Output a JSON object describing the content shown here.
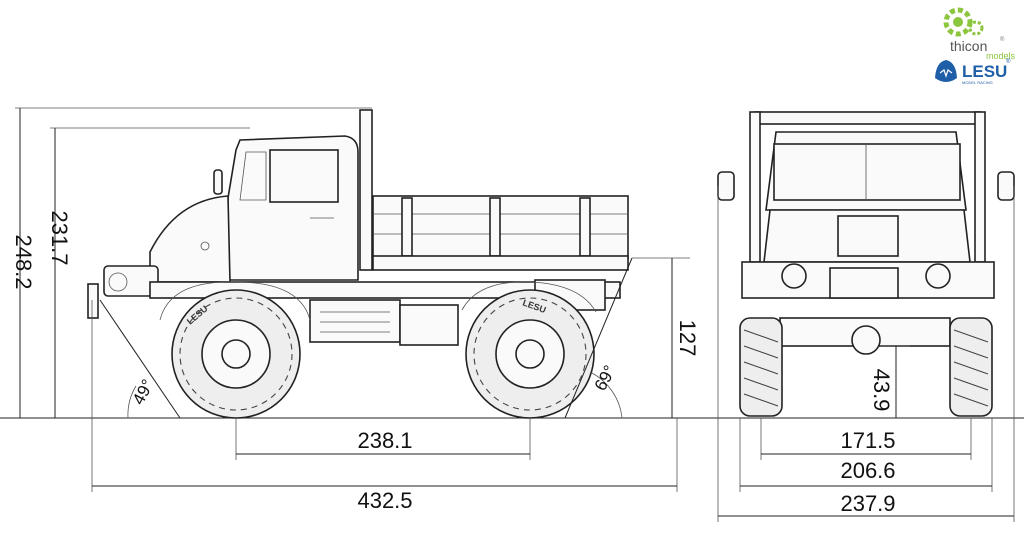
{
  "brands": {
    "thicon": "thicon",
    "thicon_sub": "models",
    "lesu": "LESU",
    "lesu_sub": "MODEL RACING",
    "registered": "®"
  },
  "dimensions": {
    "overall_height": "248.2",
    "cab_height": "231.7",
    "wheelbase": "238.1",
    "overall_length": "432.5",
    "rear_height": "127",
    "approach_angle": "49°",
    "departure_angle": "69°",
    "ground_clearance": "43.9",
    "track_width": "171.5",
    "axle_width": "206.6",
    "overall_width": "237.9"
  },
  "tire_text": "LESU"
}
